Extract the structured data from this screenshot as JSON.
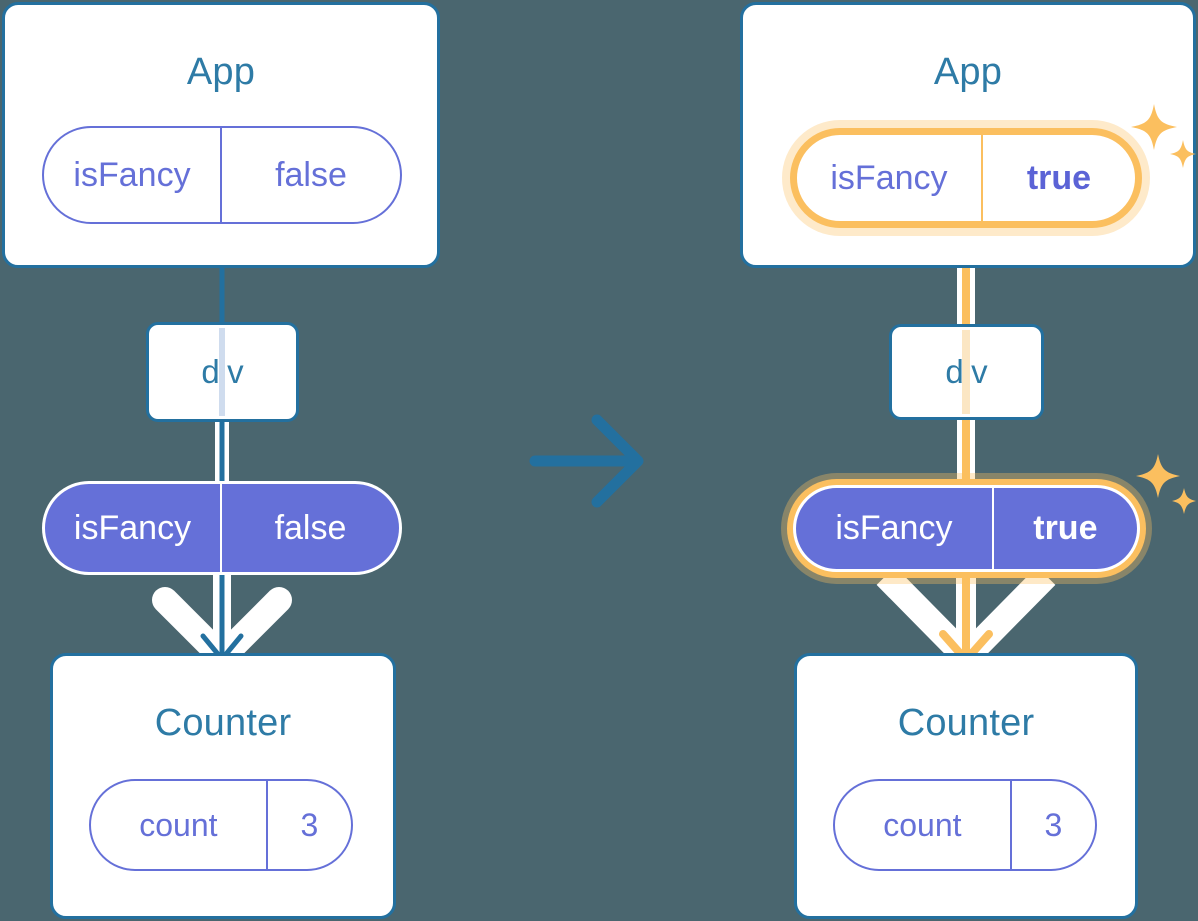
{
  "diagram": {
    "type": "react-state-propagation",
    "background_color": "#4a666f",
    "transition_arrow": "arrow-right-icon",
    "panels": [
      {
        "id": "before",
        "app": {
          "title": "App",
          "state_pill": {
            "key": "isFancy",
            "value": "false",
            "style": "outline",
            "highlighted": false
          }
        },
        "div_node": {
          "label": "div"
        },
        "prop_pill": {
          "key": "isFancy",
          "value": "false",
          "style": "solid",
          "highlighted": false
        },
        "counter": {
          "title": "Counter",
          "state_pill": {
            "key": "count",
            "value": "3",
            "style": "outline",
            "highlighted": false
          }
        },
        "arrow_color": "#23709f"
      },
      {
        "id": "after",
        "app": {
          "title": "App",
          "state_pill": {
            "key": "isFancy",
            "value": "true",
            "style": "outline",
            "highlighted": true
          }
        },
        "div_node": {
          "label": "div"
        },
        "prop_pill": {
          "key": "isFancy",
          "value": "true",
          "style": "solid",
          "highlighted": true
        },
        "counter": {
          "title": "Counter",
          "state_pill": {
            "key": "count",
            "value": "3",
            "style": "outline",
            "highlighted": false
          }
        },
        "arrow_color": "#fbbf5f"
      }
    ],
    "colors": {
      "background": "#4a666f",
      "box_border": "#23709f",
      "title_text": "#2e7ba6",
      "pill_purple": "#6570d8",
      "highlight_orange": "#fbbf5f",
      "highlight_glow": "#fde2b6",
      "white": "#ffffff"
    },
    "icons": {
      "sparkle_large": "sparkle-icon",
      "sparkle_small": "sparkle-small-icon"
    }
  }
}
